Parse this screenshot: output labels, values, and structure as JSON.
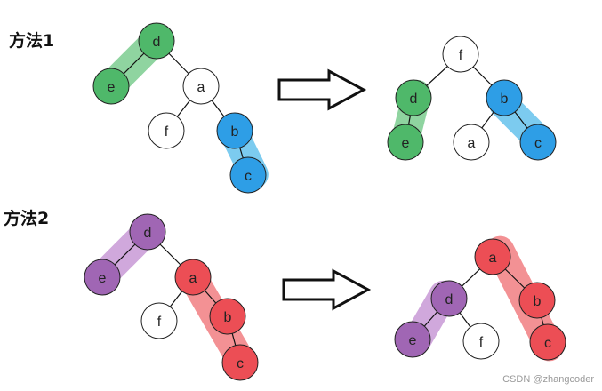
{
  "diagram": {
    "methods": [
      {
        "label": "方法1",
        "before": {
          "nodes": [
            {
              "id": "d",
              "label": "d",
              "color": "green"
            },
            {
              "id": "e",
              "label": "e",
              "color": "green"
            },
            {
              "id": "a",
              "label": "a",
              "color": "white"
            },
            {
              "id": "f",
              "label": "f",
              "color": "white"
            },
            {
              "id": "b",
              "label": "b",
              "color": "blue"
            },
            {
              "id": "c",
              "label": "c",
              "color": "blue"
            }
          ],
          "edges": [
            [
              "d",
              "e"
            ],
            [
              "d",
              "a"
            ],
            [
              "a",
              "f"
            ],
            [
              "a",
              "b"
            ],
            [
              "b",
              "c"
            ]
          ],
          "highlights": [
            {
              "from": "d",
              "to": "e",
              "color": "green"
            },
            {
              "from": "b",
              "to": "c",
              "color": "blue"
            }
          ]
        },
        "after": {
          "nodes": [
            {
              "id": "f",
              "label": "f",
              "color": "white"
            },
            {
              "id": "d",
              "label": "d",
              "color": "green"
            },
            {
              "id": "e",
              "label": "e",
              "color": "green"
            },
            {
              "id": "b",
              "label": "b",
              "color": "blue"
            },
            {
              "id": "a",
              "label": "a",
              "color": "white"
            },
            {
              "id": "c",
              "label": "c",
              "color": "blue"
            }
          ],
          "edges": [
            [
              "f",
              "d"
            ],
            [
              "f",
              "b"
            ],
            [
              "d",
              "e"
            ],
            [
              "b",
              "a"
            ],
            [
              "b",
              "c"
            ]
          ],
          "highlights": [
            {
              "from": "d",
              "to": "e",
              "color": "green"
            },
            {
              "from": "b",
              "to": "c",
              "color": "blue"
            }
          ]
        }
      },
      {
        "label": "方法2",
        "before": {
          "nodes": [
            {
              "id": "d",
              "label": "d",
              "color": "purple"
            },
            {
              "id": "e",
              "label": "e",
              "color": "purple"
            },
            {
              "id": "a",
              "label": "a",
              "color": "red"
            },
            {
              "id": "f",
              "label": "f",
              "color": "white"
            },
            {
              "id": "b",
              "label": "b",
              "color": "red"
            },
            {
              "id": "c",
              "label": "c",
              "color": "red"
            }
          ],
          "edges": [
            [
              "d",
              "e"
            ],
            [
              "d",
              "a"
            ],
            [
              "a",
              "f"
            ],
            [
              "a",
              "b"
            ],
            [
              "b",
              "c"
            ]
          ],
          "highlights": [
            {
              "from": "d",
              "to": "e",
              "color": "purple"
            },
            {
              "from": "a",
              "to": "c",
              "color": "red"
            }
          ]
        },
        "after": {
          "nodes": [
            {
              "id": "a",
              "label": "a",
              "color": "red"
            },
            {
              "id": "d",
              "label": "d",
              "color": "purple"
            },
            {
              "id": "b",
              "label": "b",
              "color": "red"
            },
            {
              "id": "e",
              "label": "e",
              "color": "purple"
            },
            {
              "id": "f",
              "label": "f",
              "color": "white"
            },
            {
              "id": "c",
              "label": "c",
              "color": "red"
            }
          ],
          "edges": [
            [
              "a",
              "d"
            ],
            [
              "a",
              "b"
            ],
            [
              "d",
              "e"
            ],
            [
              "d",
              "f"
            ],
            [
              "b",
              "c"
            ]
          ],
          "highlights": [
            {
              "from": "d",
              "to": "e",
              "color": "purple"
            },
            {
              "from": "a",
              "to": "c",
              "color": "red"
            }
          ]
        }
      }
    ],
    "colors": {
      "green": "#4fb86a",
      "green_band": "#8fd4a0",
      "blue": "#2e9ee6",
      "blue_band": "#7ccbef",
      "purple": "#a066b4",
      "purple_band": "#d0a8dc",
      "red": "#ec4e55",
      "red_band": "#f39194",
      "white": "#ffffff"
    },
    "watermark": "CSDN @zhangcoder"
  }
}
